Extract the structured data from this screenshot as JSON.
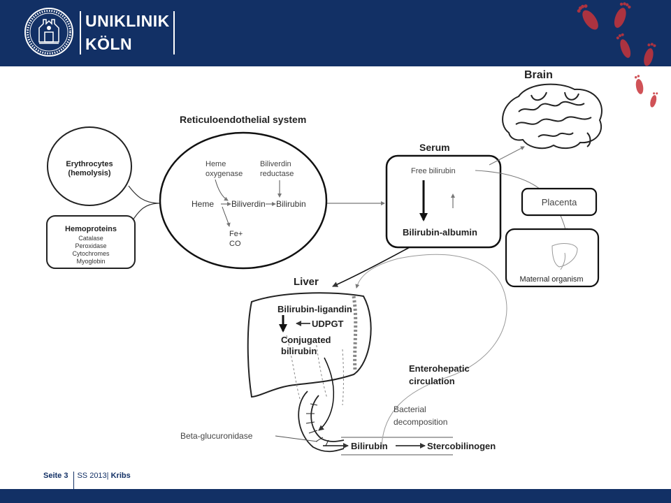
{
  "header": {
    "brand_line1": "UNIKLINIK",
    "brand_line2": "KÖLN",
    "header_color": "#123065"
  },
  "diagram": {
    "brain": "Brain",
    "res_title": "Reticuloendothelial system",
    "erythrocytes_line1": "Erythrocytes",
    "erythrocytes_line2": "(hemolysis)",
    "hemoproteins_title": "Hemoproteins",
    "hemoproteins_items": [
      "Catalase",
      "Peroxidase",
      "Cytochromes",
      "Myoglobin"
    ],
    "heme_oxygenase_line1": "Heme",
    "heme_oxygenase_line2": "oxygenase",
    "biliverdin_reductase_line1": "Biliverdin",
    "biliverdin_reductase_line2": "reductase",
    "heme": "Heme",
    "biliverdin": "Biliverdin",
    "bilirubin": "Bilirubin",
    "fe": "Fe+",
    "co": "CO",
    "serum": "Serum",
    "free_bilirubin": "Free bilirubin",
    "bilirubin_albumin": "Bilirubin-albumin",
    "placenta": "Placenta",
    "maternal_organism": "Maternal organism",
    "liver": "Liver",
    "bilirubin_ligandin": "Bilirubin-ligandin",
    "udpgt": "UDPGT",
    "conjugated_line1": "Conjugated",
    "conjugated_line2": "bilirubin",
    "enterohepatic_line1": "Enterohepatic",
    "enterohepatic_line2": "circulation",
    "bacterial_line1": "Bacterial",
    "bacterial_line2": "decomposition",
    "beta_glucuronidase": "Beta-glucuronidase",
    "intestine_bilirubin": "Bilirubin",
    "stercobilinogen": "Stercobilinogen"
  },
  "footer": {
    "page": "Seite 3",
    "semester": "SS 2013|",
    "author": "Kribs"
  },
  "footprint_color": "#c8343a"
}
